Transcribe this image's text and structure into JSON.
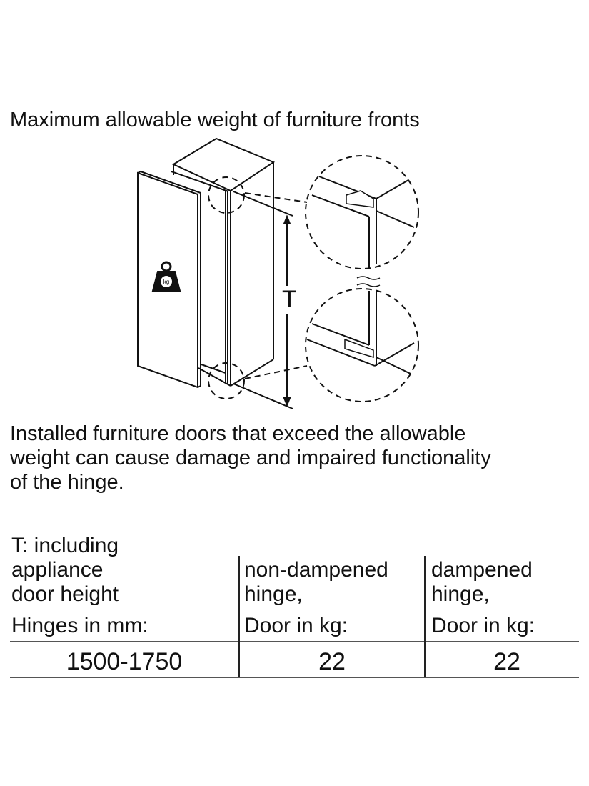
{
  "title": "Maximum allowable weight of furniture fronts",
  "diagram": {
    "dimension_label": "T",
    "weight_icon_label": "kg"
  },
  "warning": {
    "lines": [
      "Installed furniture doors that exceed the allowable",
      "weight can cause damage and impaired functionality",
      "of the hinge."
    ]
  },
  "table": {
    "headers": [
      {
        "lines": [
          "T: including",
          "appliance",
          "door height",
          "Hinges in mm:"
        ]
      },
      {
        "lines": [
          "non-dampened",
          "hinge,",
          "Door in kg:"
        ]
      },
      {
        "lines": [
          "dampened",
          "hinge,",
          "Door in kg:"
        ]
      }
    ],
    "rows": [
      [
        "1500-1750",
        "22",
        "22"
      ]
    ]
  }
}
